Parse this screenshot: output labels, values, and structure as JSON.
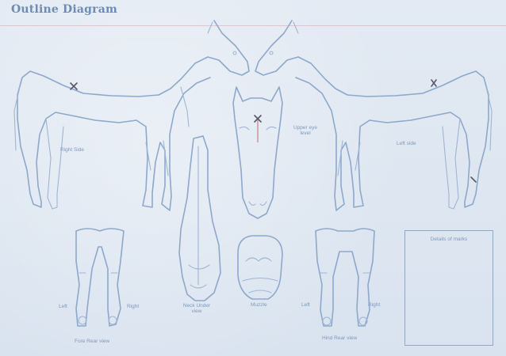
{
  "title": "Outline Diagram",
  "labels": {
    "right_side": "Right Side",
    "left_side": "Left side",
    "head_front": "Upper eye level",
    "neck_under": "Neck Under view",
    "muzzle": "Muzzle",
    "fore_left": "Left",
    "fore_right": "Right",
    "fore_view": "Fore Rear view",
    "hind_left": "Left",
    "hind_right": "Right",
    "hind_view": "Hind Rear view",
    "notes_box": "Details of marks"
  },
  "colors": {
    "paper": "#dde6f0",
    "outline": "#8ea8cb",
    "title": "#6e8bb4",
    "marks": "#55596a"
  }
}
